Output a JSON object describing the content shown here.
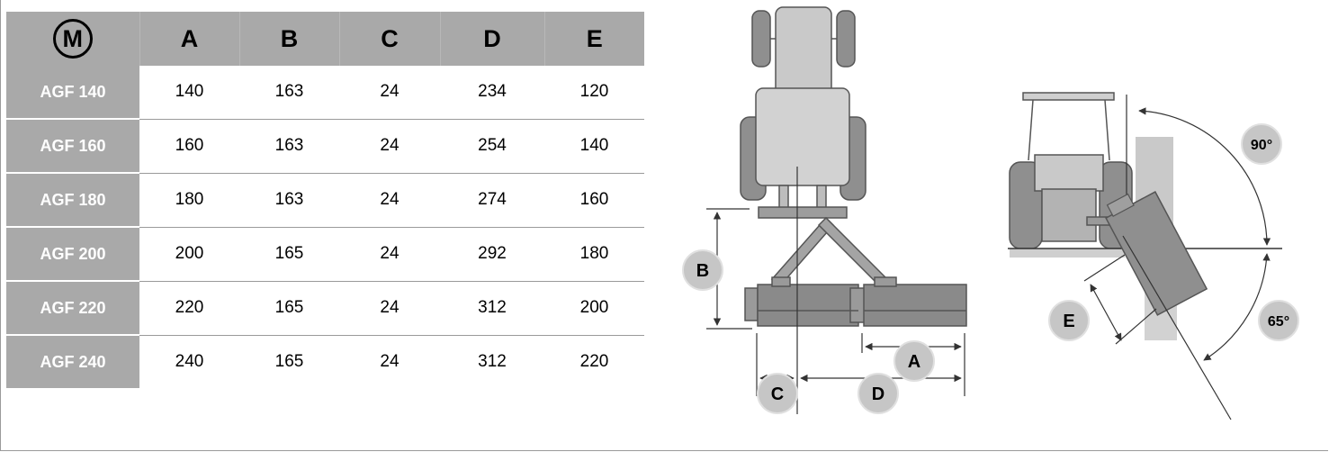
{
  "table": {
    "logo_letter": "M",
    "columns": [
      "A",
      "B",
      "C",
      "D",
      "E"
    ],
    "rows": [
      {
        "model": "AGF 140",
        "values": [
          "140",
          "163",
          "24",
          "234",
          "120"
        ]
      },
      {
        "model": "AGF 160",
        "values": [
          "160",
          "163",
          "24",
          "254",
          "140"
        ]
      },
      {
        "model": "AGF 180",
        "values": [
          "180",
          "163",
          "24",
          "274",
          "160"
        ]
      },
      {
        "model": "AGF 200",
        "values": [
          "200",
          "165",
          "24",
          "292",
          "180"
        ]
      },
      {
        "model": "AGF 220",
        "values": [
          "220",
          "165",
          "24",
          "312",
          "200"
        ]
      },
      {
        "model": "AGF 240",
        "values": [
          "240",
          "165",
          "24",
          "312",
          "220"
        ]
      }
    ]
  },
  "diagram": {
    "labels": {
      "a": "A",
      "b": "B",
      "c": "C",
      "d": "D",
      "e": "E"
    },
    "angles": {
      "up": "90°",
      "down": "65°"
    }
  },
  "colors": {
    "header_gray": "#a9a9a9",
    "badge_fill": "#c6c6c6",
    "machine_gray": "#8f8f8f"
  }
}
